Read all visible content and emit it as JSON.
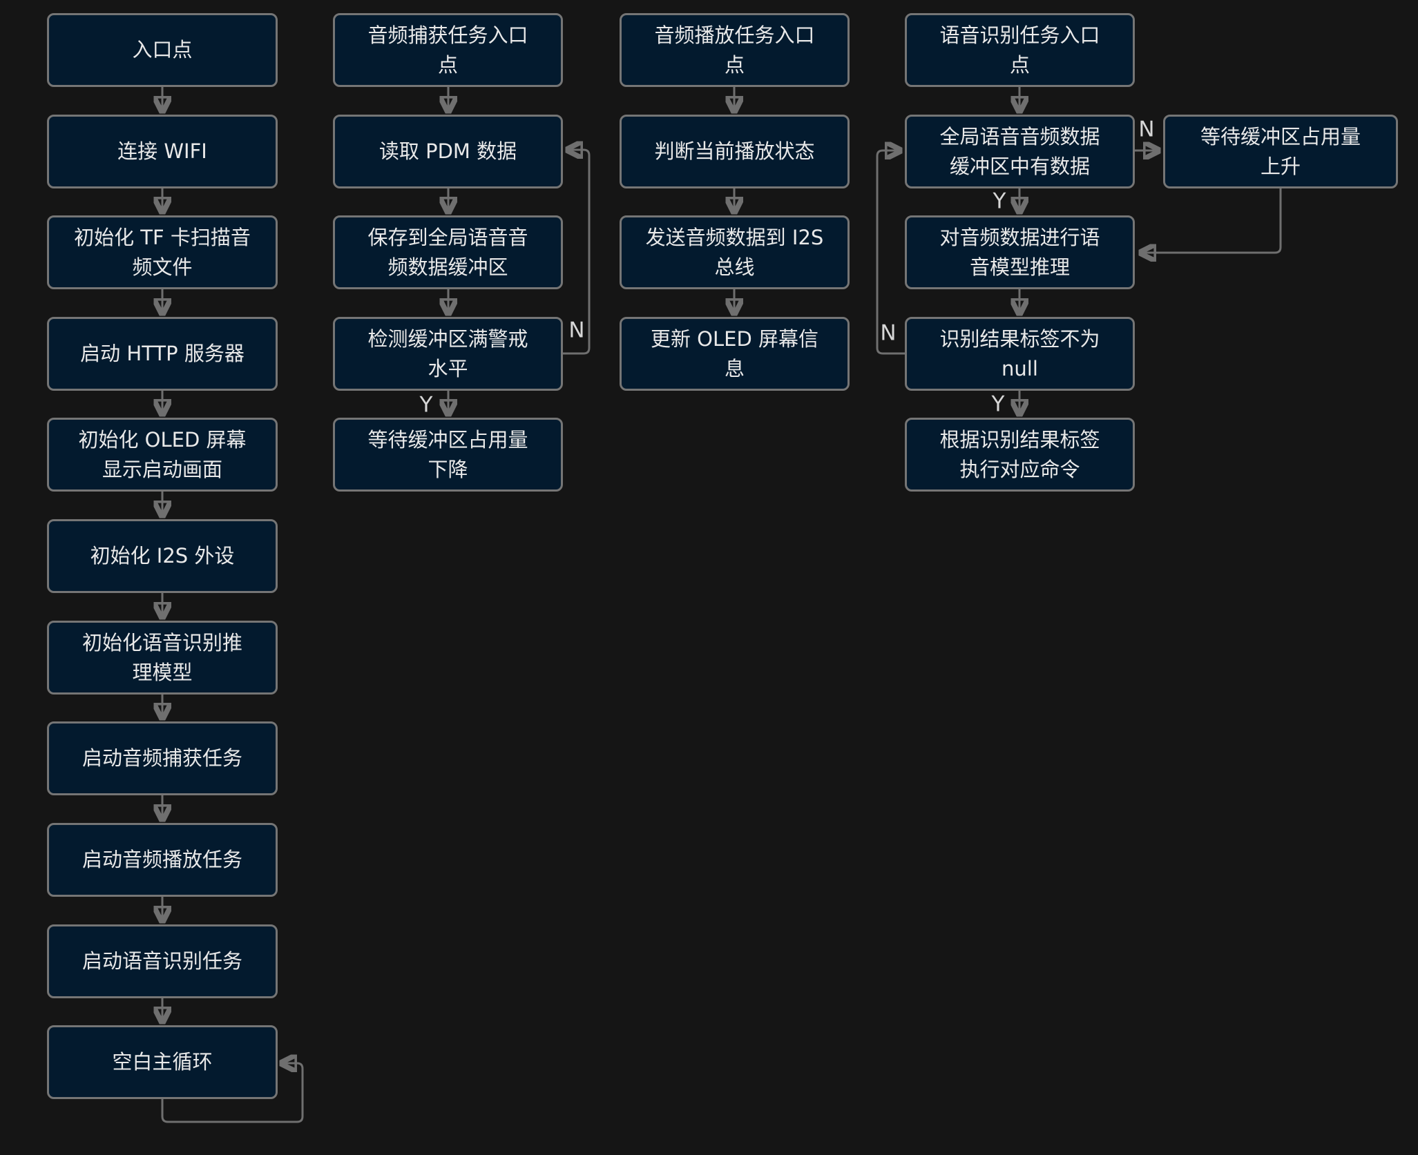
{
  "diagram": {
    "col1": [
      "入口点",
      "连接 WIFI",
      "初始化 TF 卡扫描音\n频文件",
      "启动 HTTP 服务器",
      "初始化 OLED 屏幕\n显示启动画面",
      "初始化 I2S 外设",
      "初始化语音识别推\n理模型",
      "启动音频捕获任务",
      "启动音频播放任务",
      "启动语音识别任务",
      "空白主循环"
    ],
    "col2": [
      "音频捕获任务入口\n点",
      "读取 PDM 数据",
      "保存到全局语音音\n频数据缓冲区",
      "检测缓冲区满警戒\n水平",
      "等待缓冲区占用量\n下降"
    ],
    "col3": [
      "音频播放任务入口\n点",
      "判断当前播放状态",
      "发送音频数据到 I2S\n总线",
      "更新 OLED 屏幕信\n息"
    ],
    "col4": [
      "语音识别任务入口\n点",
      "全局语音音频数据\n缓冲区中有数据",
      "对音频数据进行语\n音模型推理",
      "识别结果标签不为\nnull",
      "根据识别结果标签\n执行对应命令"
    ],
    "col5": [
      "等待缓冲区占用量\n上升"
    ],
    "edge_labels": {
      "c2_n": "N",
      "c2_y": "Y",
      "c4_n1": "N",
      "c4_y1": "Y",
      "c4_n2": "N",
      "c4_y2": "Y"
    }
  },
  "colors": {
    "background": "#151515",
    "node_fill": "#031a2e",
    "node_border": "#757575",
    "node_text": "#e9e9e9",
    "connector": "#6f6f6f",
    "edge_label_text": "#d6d6d6"
  }
}
